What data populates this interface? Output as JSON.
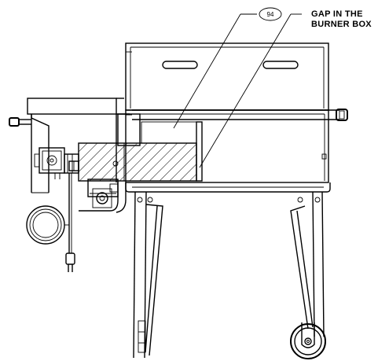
{
  "callouts": {
    "part_number": "94",
    "note_line1": "GAP IN THE",
    "note_line2": "BURNER BOX"
  },
  "colors": {
    "line": "#000000",
    "background": "#ffffff"
  }
}
